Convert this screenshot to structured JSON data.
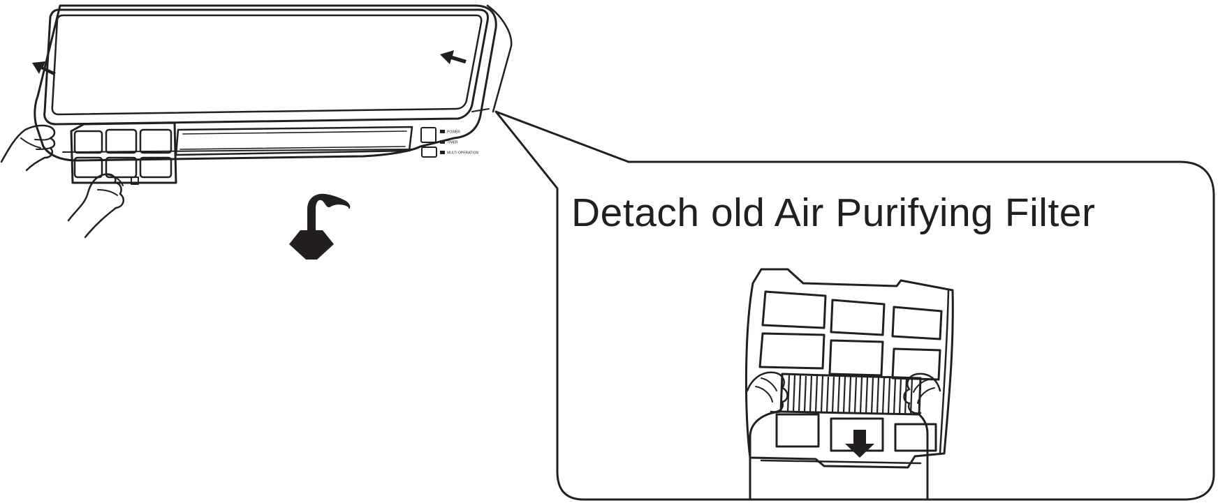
{
  "diagram": {
    "callout_title": "Detach old Air Purifying Filter",
    "unit_labels": {
      "power": "POWER",
      "timer": "TIMER",
      "multi_operation": "MULTI OPERATION"
    },
    "ink_color": "#231f20",
    "background_color": "#ffffff",
    "icons": [
      "open-panel-arrow-icon",
      "pull-down-curved-arrow-icon",
      "push-down-arrow-icon",
      "hand-icon"
    ]
  }
}
